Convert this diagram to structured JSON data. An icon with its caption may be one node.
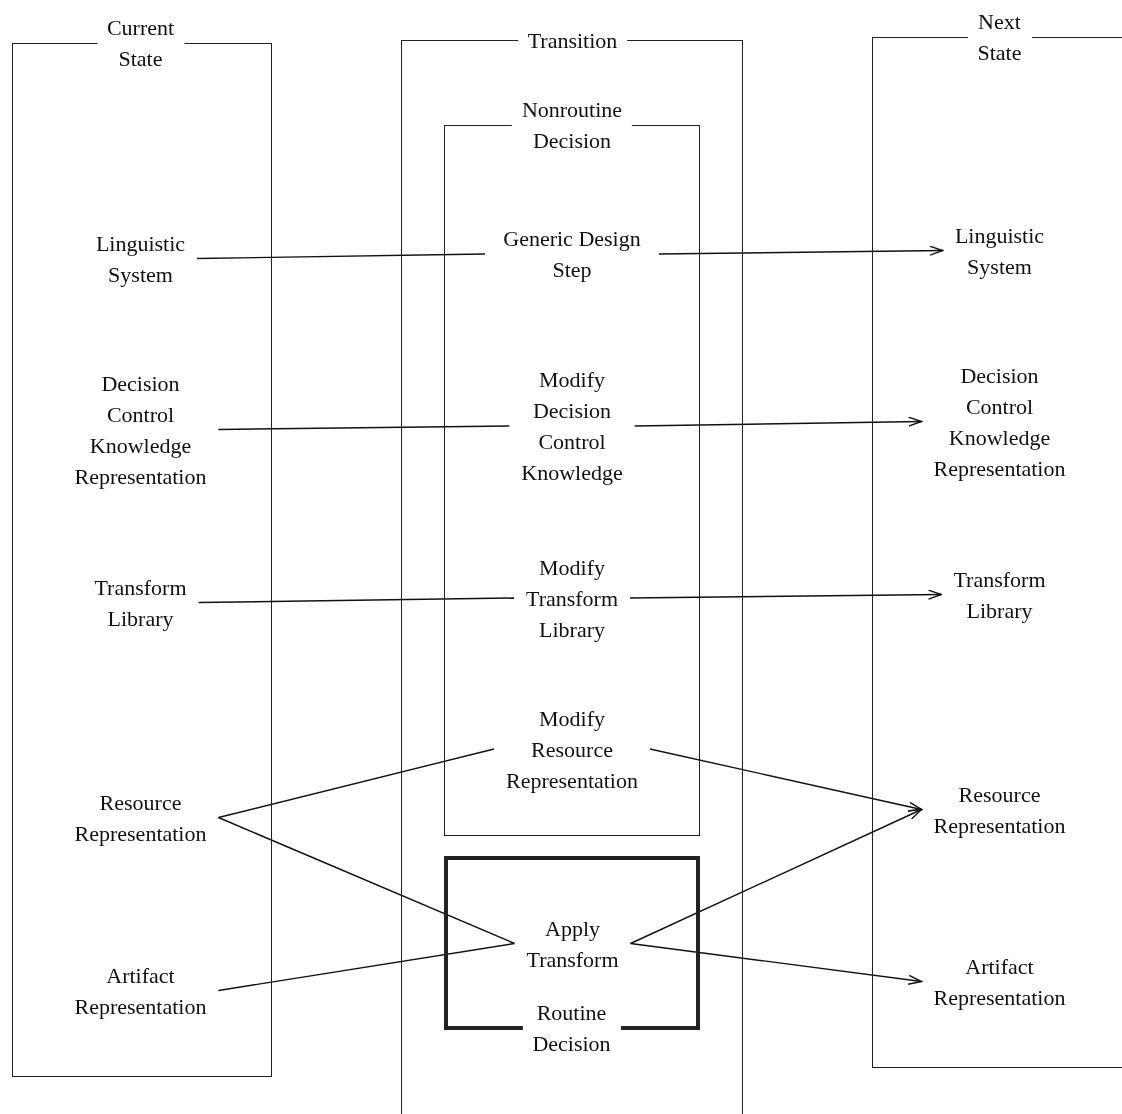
{
  "diagram": {
    "nodes": [
      {
        "text": [
          "Current State"
        ]
      },
      {
        "text": [
          "Linguistic System"
        ],
        "in": 0
      },
      {
        "text": [
          "Decision Control Knowledge Representation"
        ],
        "in": 0
      },
      {
        "text": [
          "Transform Library"
        ],
        "in": 0
      },
      {
        "text": [
          "Resource Representation"
        ],
        "in": 0
      },
      {
        "text": [
          "Artifact Representation"
        ],
        "in": 0
      },
      {
        "text": [
          "Transition"
        ]
      },
      {
        "text": [
          "Nonroutine Decision"
        ],
        "in": 6
      },
      {
        "text": [
          "Generic Design Step"
        ],
        "in": 7
      },
      {
        "text": [
          "Modify Decision Control Knowledge"
        ],
        "in": 7
      },
      {
        "text": [
          "Modify Transform Library"
        ],
        "in": 7
      },
      {
        "text": [
          "Modify Resource Representation"
        ],
        "in": 7
      },
      {
        "text": [
          "Routine Decision"
        ],
        "in": 6
      },
      {
        "text": [
          "Apply Transform"
        ],
        "in": 12
      },
      {
        "text": [
          "Next State"
        ]
      },
      {
        "text": [
          "Linguistic System"
        ],
        "in": 14
      },
      {
        "text": [
          "Decision Control Knowledge Representation"
        ],
        "in": 14
      },
      {
        "text": [
          "Transform Library"
        ],
        "in": 14
      },
      {
        "text": [
          "Resource Representation"
        ],
        "in": 14
      },
      {
        "text": [
          "Artifact Representation"
        ],
        "in": 14
      }
    ],
    "edges": [
      {
        "from": 1,
        "to": 8,
        "arrow": "none"
      },
      {
        "from": 8,
        "to": 15,
        "arrow": "to"
      },
      {
        "from": 2,
        "to": 9,
        "arrow": "none"
      },
      {
        "from": 9,
        "to": 16,
        "arrow": "to"
      },
      {
        "from": 3,
        "to": 10,
        "arrow": "none"
      },
      {
        "from": 10,
        "to": 17,
        "arrow": "to"
      },
      {
        "from": 4,
        "to": 11,
        "arrow": "none"
      },
      {
        "from": 4,
        "to": 13,
        "arrow": "none"
      },
      {
        "from": 5,
        "to": 13,
        "arrow": "none"
      },
      {
        "from": 11,
        "to": 18,
        "arrow": "to"
      },
      {
        "from": 13,
        "to": 18,
        "arrow": "to"
      },
      {
        "from": 13,
        "to": 19,
        "arrow": "to"
      }
    ]
  }
}
